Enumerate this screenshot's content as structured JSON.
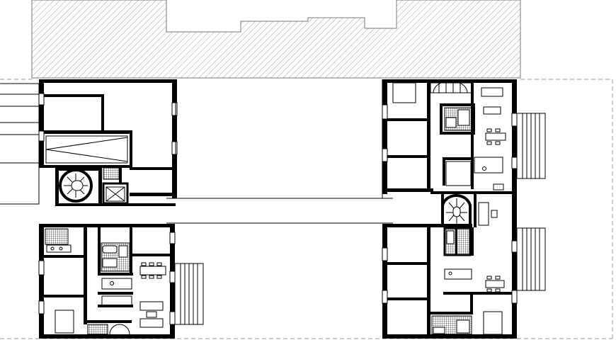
{
  "drawing": {
    "type": "architectural floor plan",
    "colors": {
      "background": "#ffffff",
      "walls": "#000000",
      "hatch": "#8a8a8a",
      "property_line": "#9a9a9a"
    },
    "elements": [
      "neighbouring-building-hatched",
      "left-building",
      "right-building",
      "connecting-bridge",
      "stairs",
      "bathrooms",
      "kitchens",
      "furniture",
      "terraces"
    ]
  }
}
